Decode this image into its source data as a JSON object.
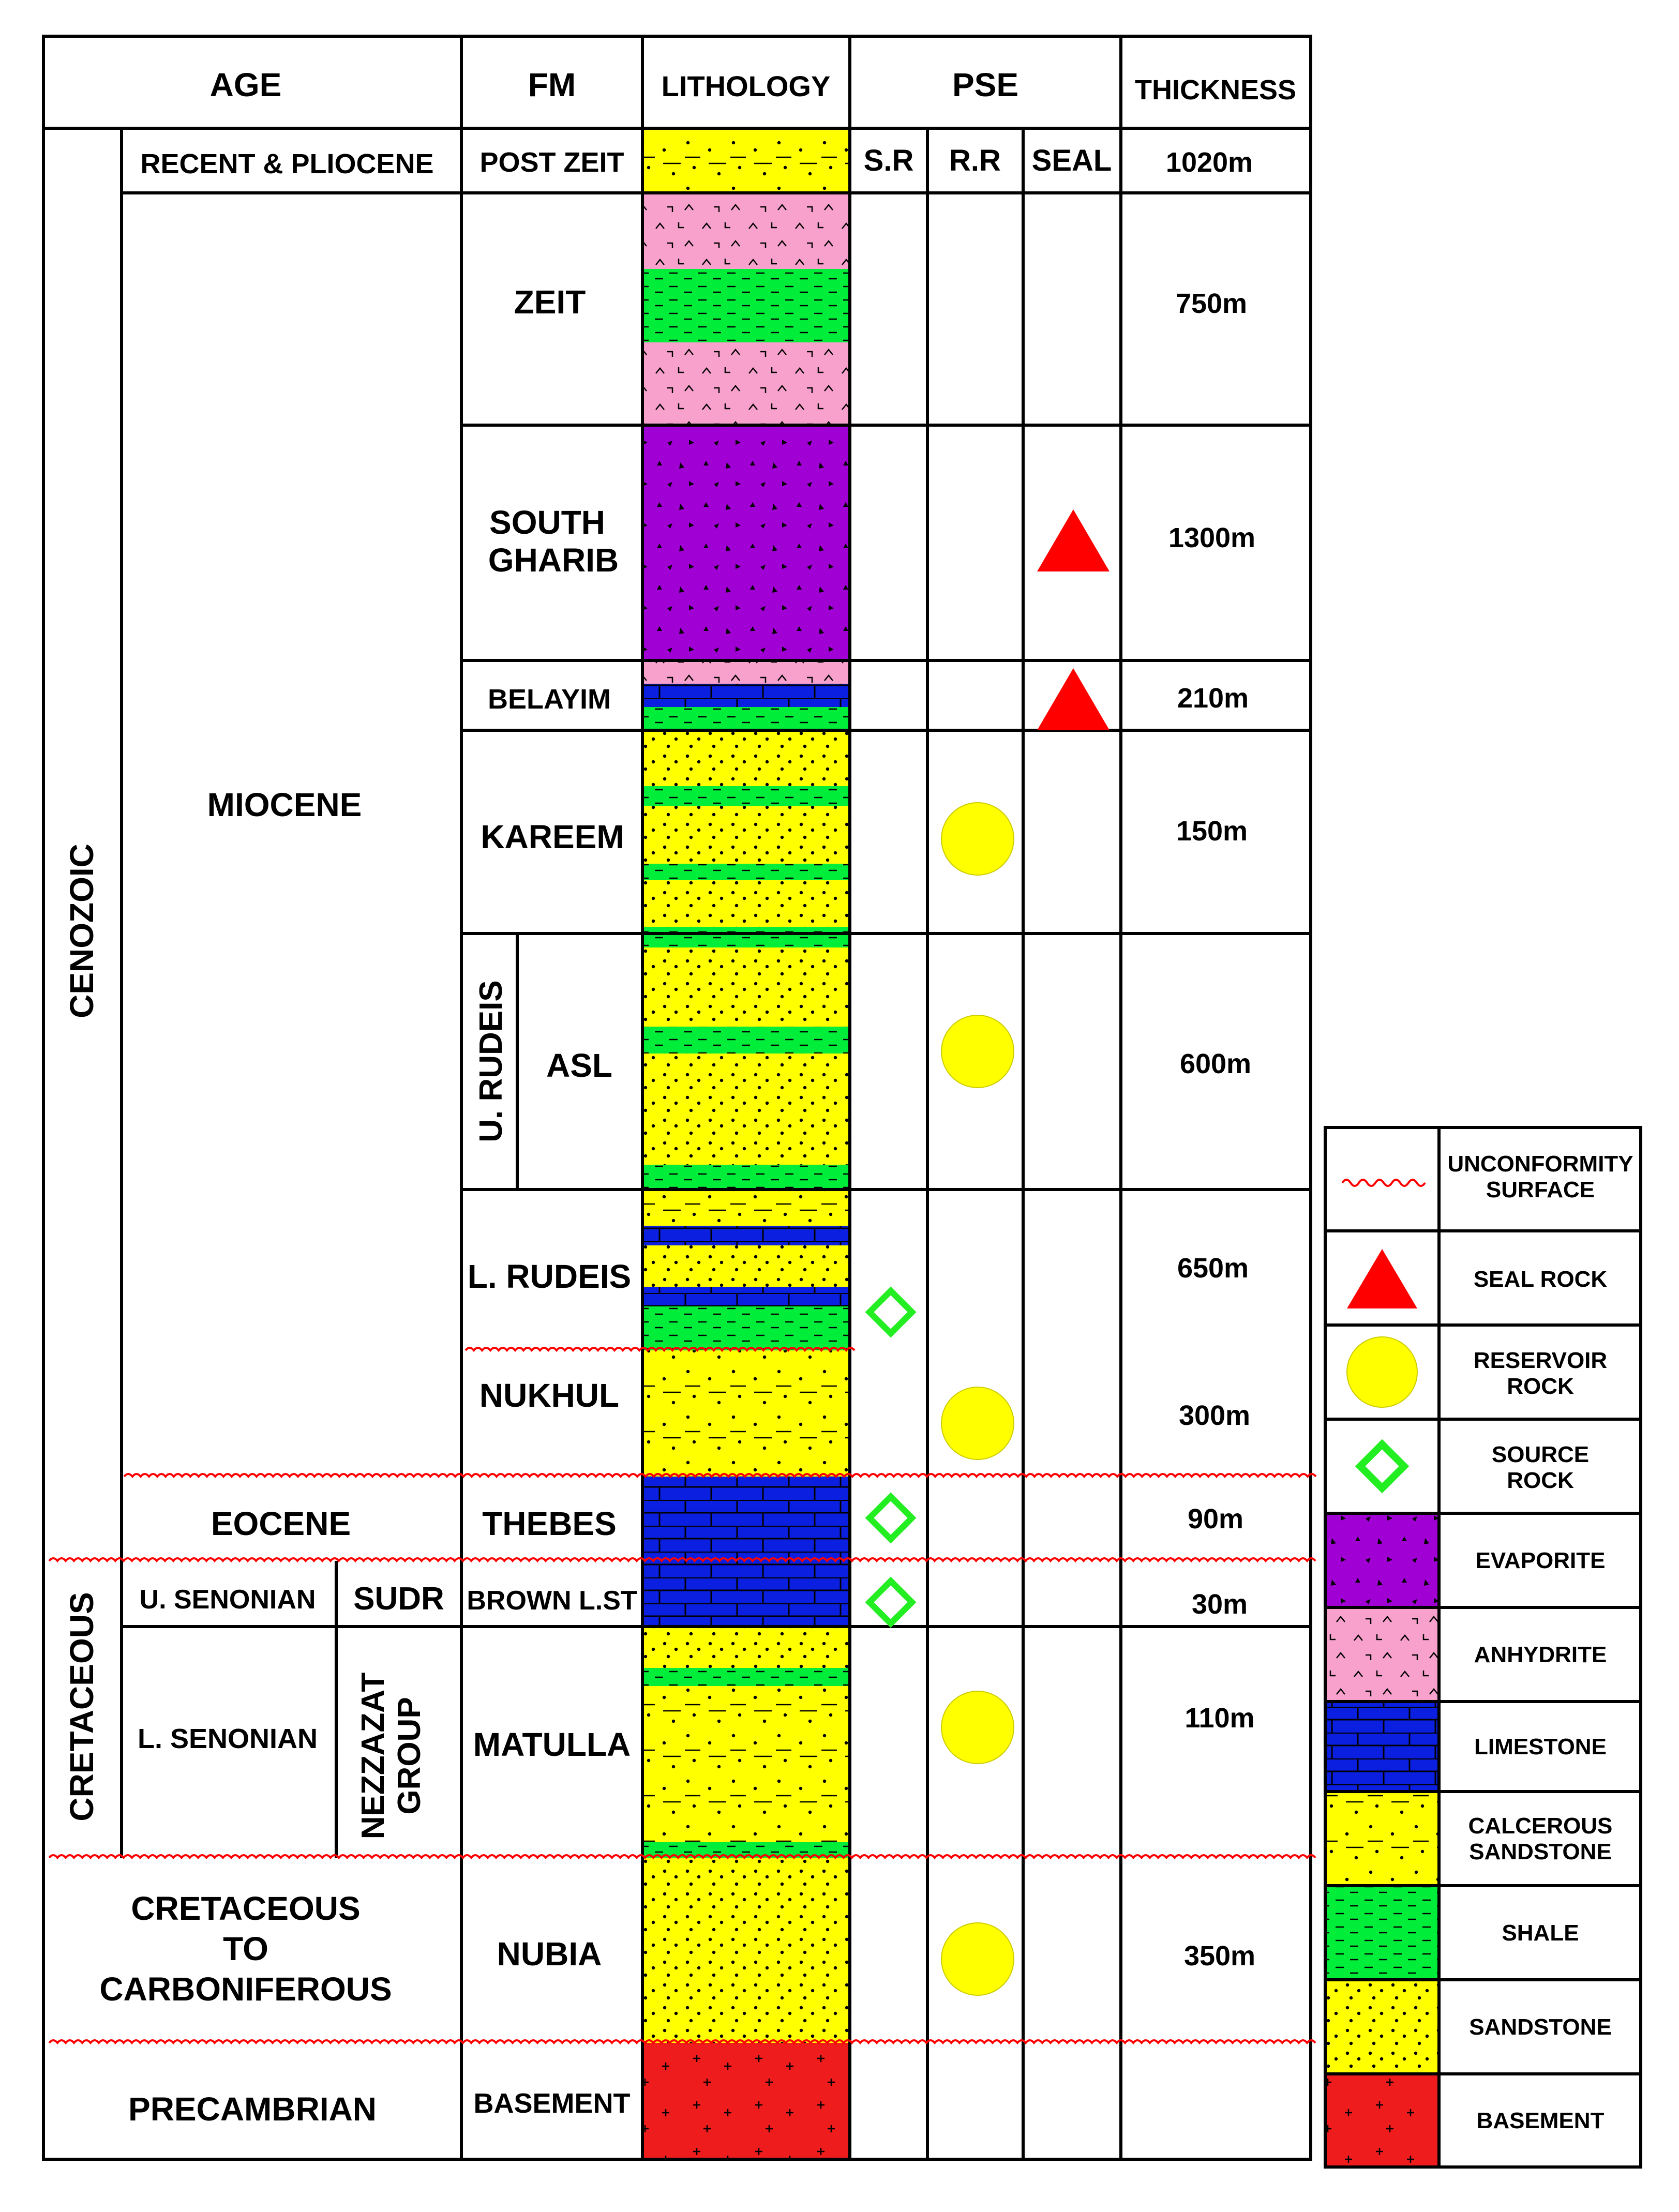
{
  "headers": {
    "age": "AGE",
    "fm": "FM",
    "lithology": "LITHOLOGY",
    "pse": "PSE",
    "thickness": "THICKNESS",
    "sr": "S.R",
    "rr": "R.R",
    "seal": "SEAL"
  },
  "eras": {
    "cenozoic": "CENOZOIC",
    "cretaceous": "CRETACEOUS"
  },
  "epochs": {
    "recent": "RECENT & PLIOCENE",
    "miocene": "MIOCENE",
    "eocene": "EOCENE",
    "u_senonian": "U. SENONIAN",
    "l_senonian": "L. SENONIAN",
    "cret_carb_1": "CRETACEOUS",
    "cret_carb_2": "TO",
    "cret_carb_3": "CARBONIFEROUS",
    "precambrian": "PRECAMBRIAN"
  },
  "groups": {
    "u_rudeis": "U. RUDEIS",
    "sudr": "SUDR",
    "nezzazat_1": "NEZZAZAT",
    "nezzazat_2": "GROUP"
  },
  "formations": [
    {
      "name": "POST ZEIT",
      "thickness": "1020m"
    },
    {
      "name": "ZEIT",
      "thickness": "750m"
    },
    {
      "name": "SOUTH",
      "name2": "GHARIB",
      "thickness": "1300m",
      "seal": true
    },
    {
      "name": "BELAYIM",
      "thickness": "210m",
      "seal": true
    },
    {
      "name": "KAREEM",
      "thickness": "150m",
      "reservoir": true
    },
    {
      "name": "ASL",
      "thickness": "600m",
      "reservoir": true
    },
    {
      "name": "L. RUDEIS",
      "thickness": "650m",
      "source": true
    },
    {
      "name": "NUKHUL",
      "thickness": "300m",
      "reservoir": true
    },
    {
      "name": "THEBES",
      "thickness": "90m",
      "source": true
    },
    {
      "name": "BROWN L.ST",
      "thickness": "30m",
      "source": true
    },
    {
      "name": "MATULLA",
      "thickness": "110m",
      "reservoir": true
    },
    {
      "name": "NUBIA",
      "thickness": "350m",
      "reservoir": true
    },
    {
      "name": "BASEMENT",
      "thickness": ""
    }
  ],
  "legend": [
    {
      "key": "unconformity",
      "label": "UNCONFORMITY",
      "label2": "SURFACE"
    },
    {
      "key": "seal",
      "label": "SEAL ROCK",
      "label2": ""
    },
    {
      "key": "reservoir",
      "label": "RESERVOIR",
      "label2": "ROCK"
    },
    {
      "key": "source",
      "label": "SOURCE",
      "label2": "ROCK"
    },
    {
      "key": "evaporite",
      "label": "EVAPORITE",
      "label2": ""
    },
    {
      "key": "anhydrite",
      "label": "ANHYDRITE",
      "label2": ""
    },
    {
      "key": "limestone",
      "label": "LIMESTONE",
      "label2": ""
    },
    {
      "key": "calc_sandstone",
      "label": "CALCEROUS",
      "label2": "SANDSTONE"
    },
    {
      "key": "shale",
      "label": "SHALE",
      "label2": ""
    },
    {
      "key": "sandstone",
      "label": "SANDSTONE",
      "label2": ""
    },
    {
      "key": "basement",
      "label": "BASEMENT",
      "label2": ""
    }
  ],
  "colors": {
    "sandstone": "#ffff00",
    "shale": "#00ee3a",
    "limestone": "#0a1fe0",
    "anhydrite": "#f7a1cc",
    "evaporite": "#a100d4",
    "basement": "#ee1c1c",
    "seal": "#ff0000",
    "reservoir": "#ffff00",
    "source": "#22ee22",
    "unconformity": "#ff0000"
  }
}
